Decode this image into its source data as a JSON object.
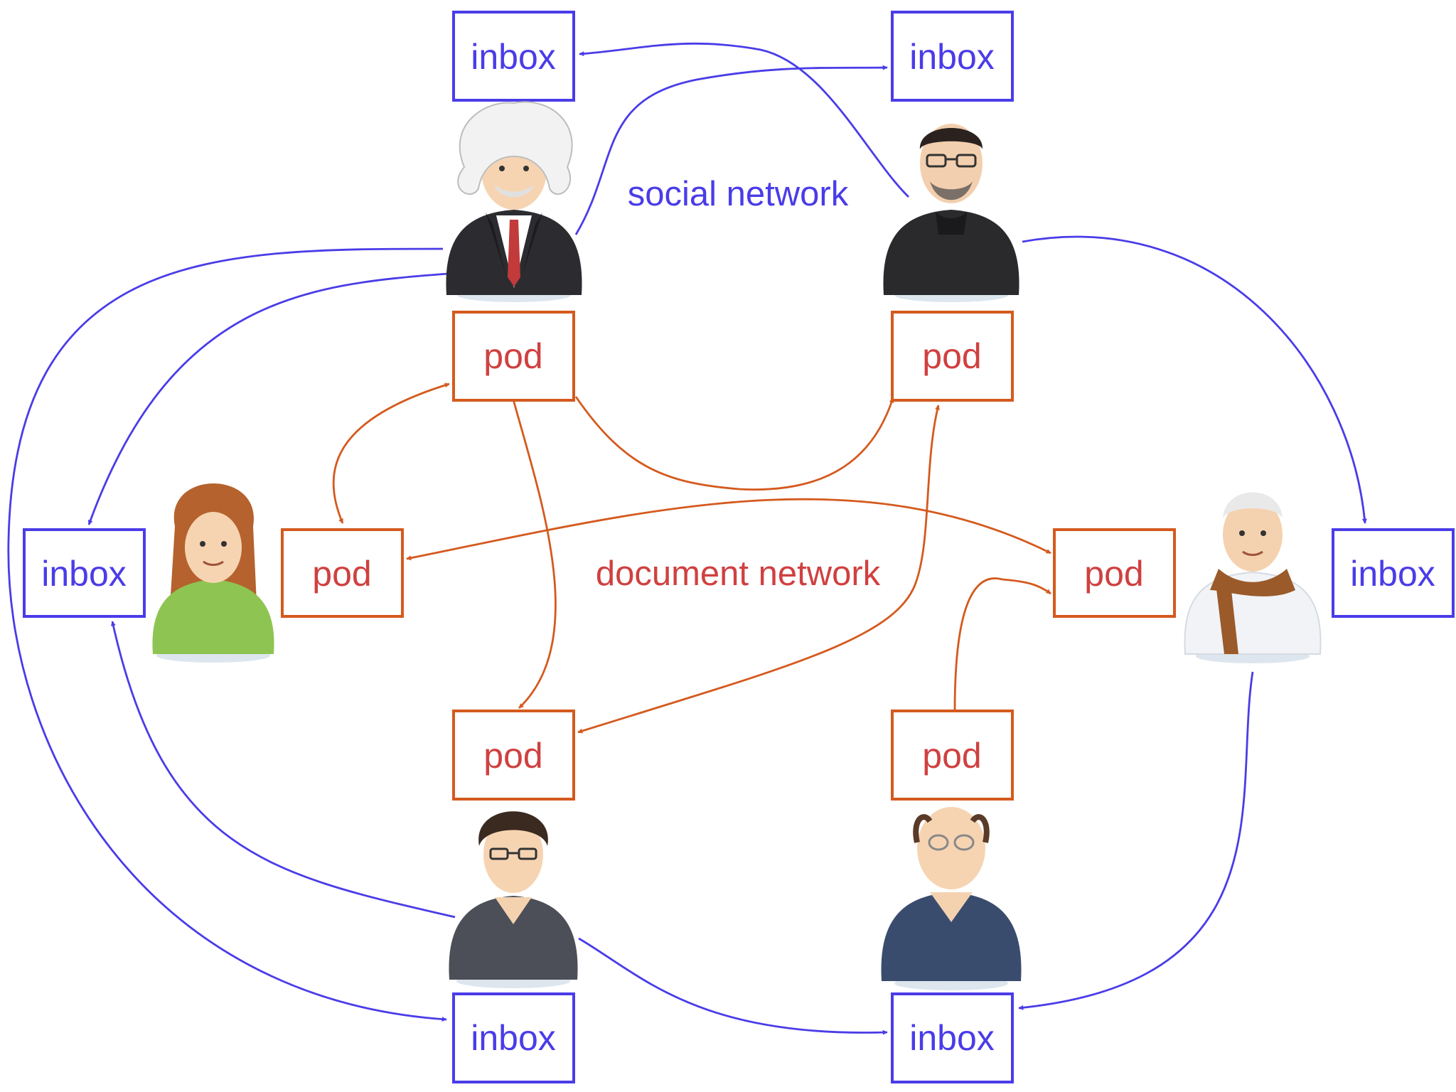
{
  "colors": {
    "social": "#4a3ce8",
    "document_text": "#d04040",
    "document_stroke": "#d45a1e",
    "background": "#ffffff"
  },
  "captions": {
    "social_network": "social network",
    "document_network": "document network"
  },
  "inbox_label": "inbox",
  "pod_label": "pod",
  "people": [
    {
      "id": "einstein",
      "icon": "einstein-avatar-icon"
    },
    {
      "id": "bearded-man",
      "icon": "bearded-man-avatar-icon"
    },
    {
      "id": "woman",
      "icon": "long-hair-woman-avatar-icon"
    },
    {
      "id": "elder",
      "icon": "scarf-elder-avatar-icon"
    },
    {
      "id": "short-hair",
      "icon": "glasses-short-hair-avatar-icon"
    },
    {
      "id": "bald-man",
      "icon": "bald-glasses-man-avatar-icon"
    }
  ]
}
